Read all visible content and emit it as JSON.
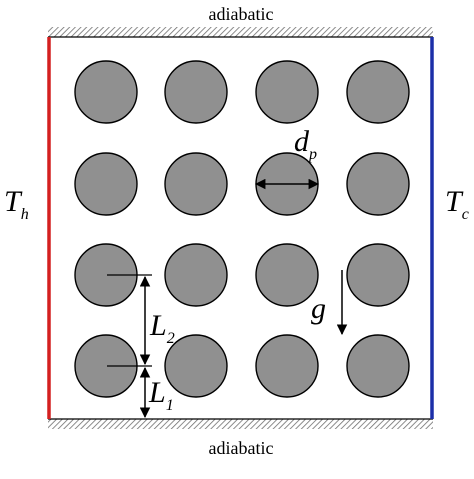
{
  "labels": {
    "top_wall": "adiabatic",
    "bottom_wall": "adiabatic",
    "hot_wall": {
      "main": "T",
      "sub": "h"
    },
    "cold_wall": {
      "main": "T",
      "sub": "c"
    },
    "particle_diameter": {
      "main": "d",
      "sub": "p"
    },
    "gravity": "g",
    "spacing_1": {
      "main": "L",
      "sub": "1"
    },
    "spacing_2": {
      "main": "L",
      "sub": "2"
    }
  },
  "colors": {
    "hot_wall": "#d42020",
    "cold_wall": "#1c2fa8",
    "particle_fill": "#909090",
    "particle_stroke": "#000000",
    "hatch": "#6f6f6f"
  },
  "grid": {
    "rows": 4,
    "cols": 4
  }
}
